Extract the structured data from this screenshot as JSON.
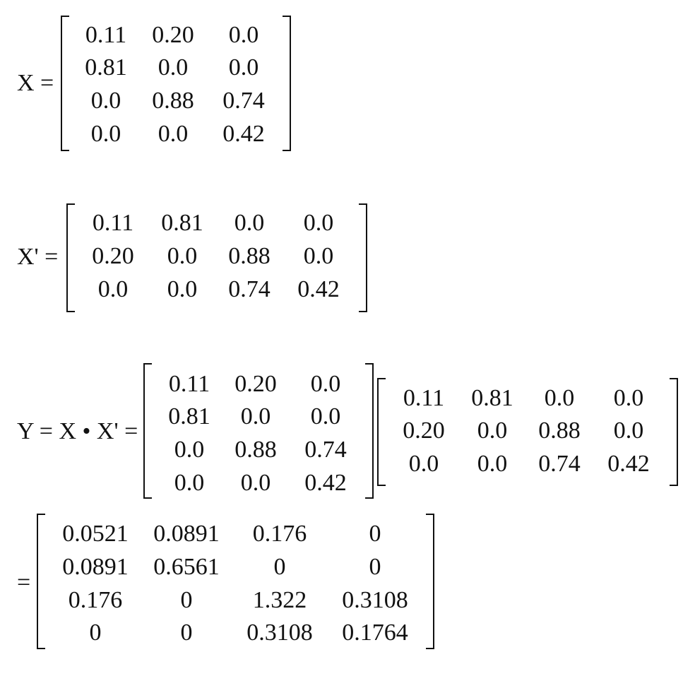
{
  "x_label": "X =",
  "xt_label": "X' =",
  "y_label": "Y = X • X' =",
  "result_label": "=",
  "matrix_x": [
    [
      "0.11",
      "0.20",
      "0.0"
    ],
    [
      "0.81",
      "0.0",
      "0.0"
    ],
    [
      "0.0",
      "0.88",
      "0.74"
    ],
    [
      "0.0",
      "0.0",
      "0.42"
    ]
  ],
  "matrix_xt": [
    [
      "0.11",
      "0.81",
      "0.0",
      "0.0"
    ],
    [
      "0.20",
      "0.0",
      "0.88",
      "0.0"
    ],
    [
      "0.0",
      "0.0",
      "0.74",
      "0.42"
    ]
  ],
  "matrix_result": [
    [
      "0.0521",
      "0.0891",
      "0.176",
      "0"
    ],
    [
      "0.0891",
      "0.6561",
      "0",
      "0"
    ],
    [
      "0.176",
      "0",
      "1.322",
      "0.3108"
    ],
    [
      "0",
      "0",
      "0.3108",
      "0.1764"
    ]
  ]
}
